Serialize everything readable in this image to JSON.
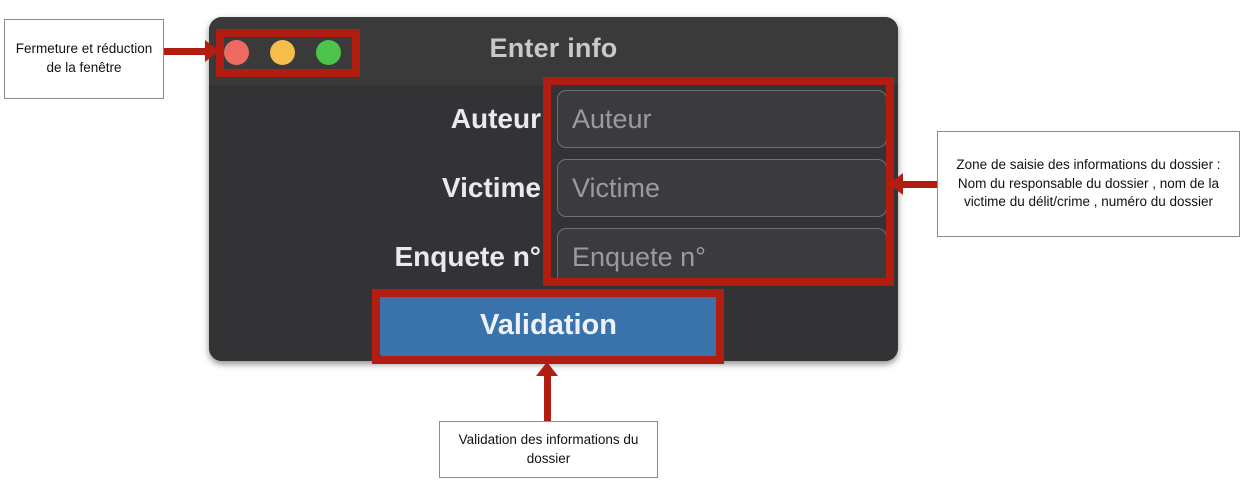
{
  "window": {
    "title": "Enter info",
    "controls": [
      {
        "name": "close",
        "color": "#ee6b62"
      },
      {
        "name": "minimize",
        "color": "#f5bd4c"
      },
      {
        "name": "zoom",
        "color": "#4cc44c"
      }
    ],
    "fields": [
      {
        "label": "Auteur",
        "placeholder": "Auteur",
        "value": ""
      },
      {
        "label": "Victime",
        "placeholder": "Victime",
        "value": ""
      },
      {
        "label": "Enquete n°",
        "placeholder": "Enquete n°",
        "value": ""
      }
    ],
    "validate_label": "Validation"
  },
  "annotations": [
    {
      "id": "window-controls",
      "text": "Fermeture et réduction de la fenêtre"
    },
    {
      "id": "input-zone",
      "text": "Zone de saisie des informations du dossier : Nom du responsable du dossier , nom de la victime du délit/crime , numéro du dossier"
    },
    {
      "id": "validate",
      "text": "Validation des informations du dossier"
    }
  ],
  "colors": {
    "annotation_red": "#b21d12",
    "window_body": "#333336",
    "title_bar": "#3a3a3a",
    "button_blue": "#3a72ac",
    "callout_border": "#8a8a8a"
  }
}
